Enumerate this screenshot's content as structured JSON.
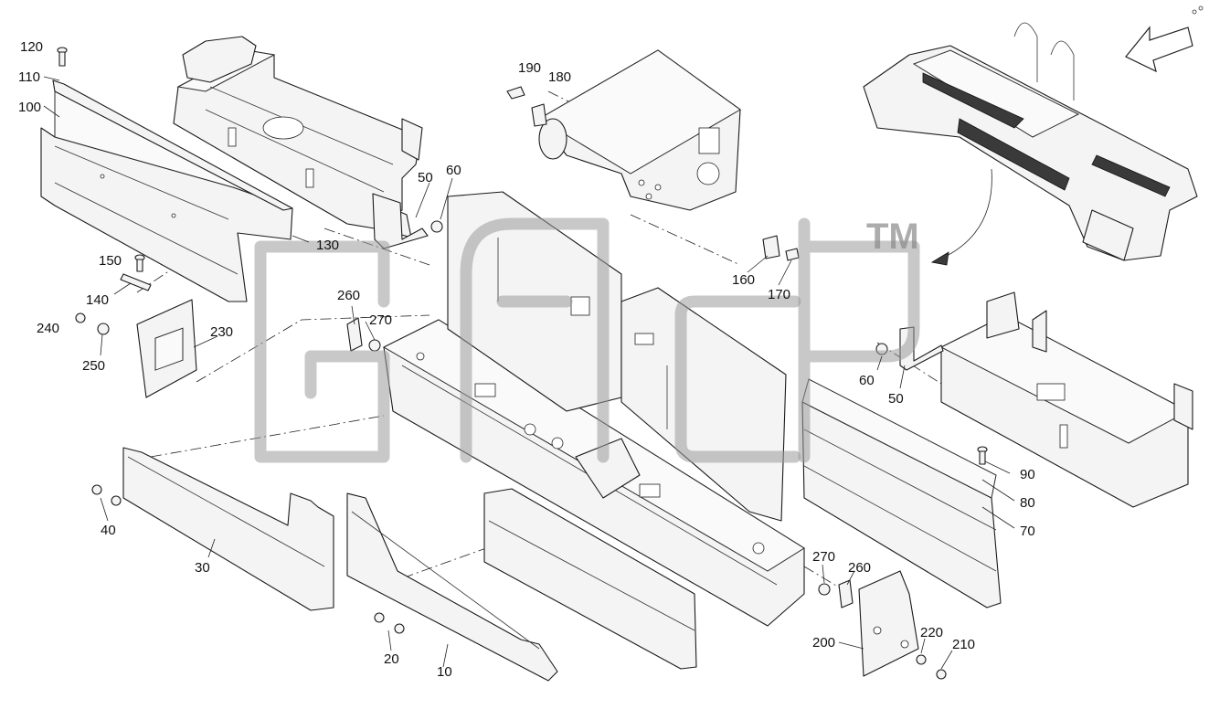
{
  "callouts": [
    {
      "id": "120",
      "text": "120"
    },
    {
      "id": "110",
      "text": "110"
    },
    {
      "id": "100",
      "text": "100"
    },
    {
      "id": "130",
      "text": "130"
    },
    {
      "id": "150",
      "text": "150"
    },
    {
      "id": "140",
      "text": "140"
    },
    {
      "id": "240",
      "text": "240"
    },
    {
      "id": "250",
      "text": "250"
    },
    {
      "id": "230",
      "text": "230"
    },
    {
      "id": "260a",
      "text": "260"
    },
    {
      "id": "270a",
      "text": "270"
    },
    {
      "id": "50a",
      "text": "50"
    },
    {
      "id": "60a",
      "text": "60"
    },
    {
      "id": "190",
      "text": "190"
    },
    {
      "id": "180",
      "text": "180"
    },
    {
      "id": "160",
      "text": "160"
    },
    {
      "id": "170",
      "text": "170"
    },
    {
      "id": "60b",
      "text": "60"
    },
    {
      "id": "50b",
      "text": "50"
    },
    {
      "id": "90",
      "text": "90"
    },
    {
      "id": "80",
      "text": "80"
    },
    {
      "id": "70",
      "text": "70"
    },
    {
      "id": "40",
      "text": "40"
    },
    {
      "id": "30",
      "text": "30"
    },
    {
      "id": "20",
      "text": "20"
    },
    {
      "id": "10",
      "text": "10"
    },
    {
      "id": "270b",
      "text": "270"
    },
    {
      "id": "260b",
      "text": "260"
    },
    {
      "id": "200",
      "text": "200"
    },
    {
      "id": "220",
      "text": "220"
    },
    {
      "id": "210",
      "text": "210"
    }
  ],
  "watermark": {
    "text": "TM",
    "color": "#9a9a9a"
  },
  "colors": {
    "line": "#1a1a1a",
    "fill": "#f4f4f4",
    "background": "#ffffff"
  }
}
